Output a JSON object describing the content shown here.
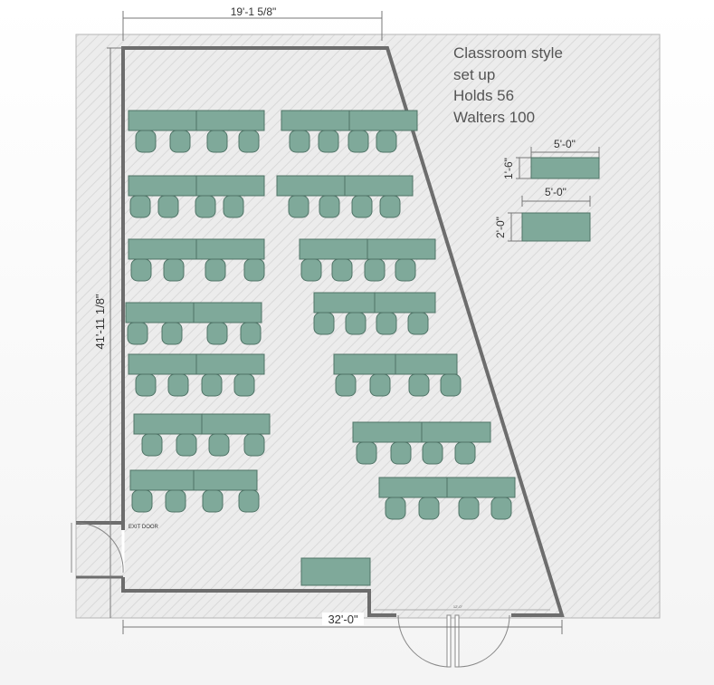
{
  "dimensions": {
    "top_width": "19'-1 5/8\"",
    "left_height": "41'-11 1/8\"",
    "bottom_width": "32'-0\"",
    "door_small": "12'-0\""
  },
  "info": {
    "line1": "Classroom style",
    "line2": "set up",
    "line3": "Holds 56",
    "line4": "Walters 100"
  },
  "legend": {
    "table_small": {
      "width": "5'-0\"",
      "depth": "1'-6\""
    },
    "table_large": {
      "width": "5'-0\"",
      "depth": "2'-0\""
    }
  },
  "labels": {
    "exit_door": "EXIT DOOR"
  },
  "colors": {
    "table_fill": "#7fa99a",
    "table_stroke": "#4f7366",
    "wall": "#6d6d6d",
    "floor": "#eaeaea",
    "hatch": "#d6d6d6"
  },
  "seating": {
    "total_seats": 56
  }
}
